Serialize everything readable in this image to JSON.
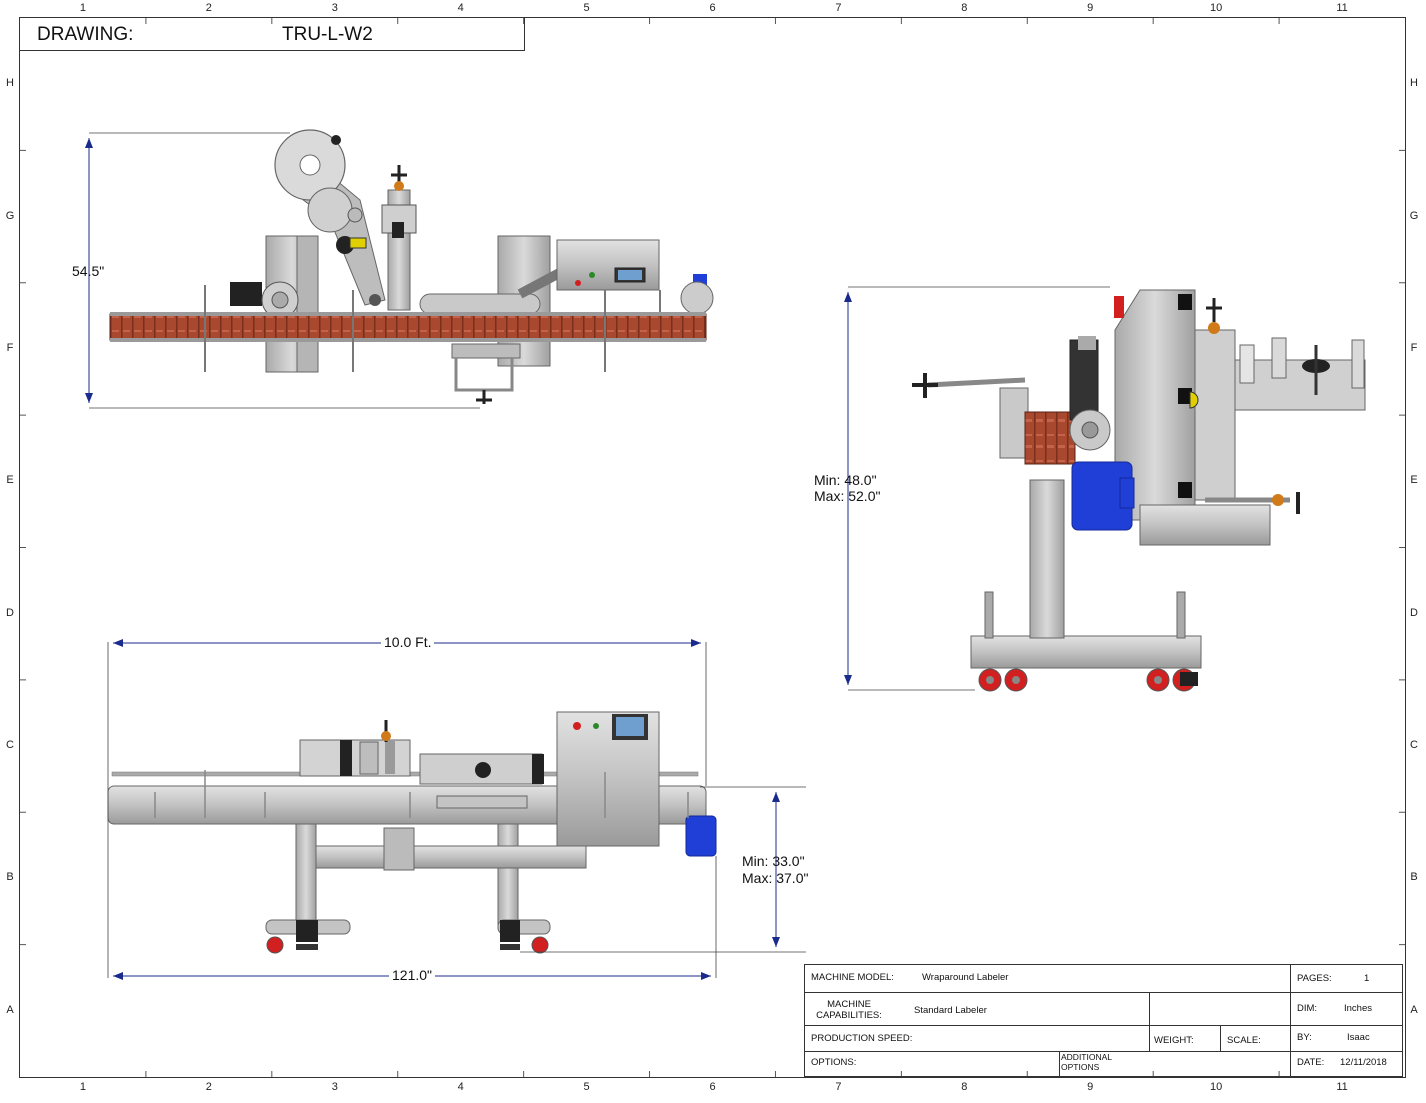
{
  "header": {
    "drawing_label": "DRAWING:",
    "drawing_number": "TRU-L-W2"
  },
  "grid": {
    "columns": [
      "1",
      "2",
      "3",
      "4",
      "5",
      "6",
      "7",
      "8",
      "9",
      "10",
      "11"
    ],
    "rows": [
      "H",
      "G",
      "F",
      "E",
      "D",
      "C",
      "B",
      "A"
    ]
  },
  "dimensions": {
    "top_view_height": "54.5\"",
    "end_view_min": "Min: 48.0\"",
    "end_view_max": "Max: 52.0\"",
    "side_view_length": "10.0 Ft.",
    "side_view_overall": "121.0\"",
    "side_view_min": "Min: 33.0\"",
    "side_view_max": "Max: 37.0\""
  },
  "title_block": {
    "machine_model_label": "MACHINE MODEL:",
    "machine_model_value": "Wraparound Labeler",
    "machine_capabilities_label_1": "MACHINE",
    "machine_capabilities_label_2": "CAPABILITIES:",
    "machine_capabilities_value": "Standard Labeler",
    "production_speed_label": "PRODUCTION SPEED:",
    "weight_label": "WEIGHT:",
    "scale_label": "SCALE:",
    "options_label": "OPTIONS:",
    "additional_options_1": "ADDITIONAL",
    "additional_options_2": "OPTIONS",
    "pages_label": "PAGES:",
    "pages_value": "1",
    "dim_label": "DIM:",
    "dim_value": "Inches",
    "by_label": "BY:",
    "by_value": "Isaac",
    "date_label": "DATE:",
    "date_value": "12/11/2018"
  },
  "colors": {
    "steel": "#c4c4c4",
    "steel_dark": "#8e8e8e",
    "conveyor_bottles": "#a8482e",
    "motor_blue": "#1f3fd6",
    "caster_red": "#d21f1f",
    "line": "#222222"
  }
}
